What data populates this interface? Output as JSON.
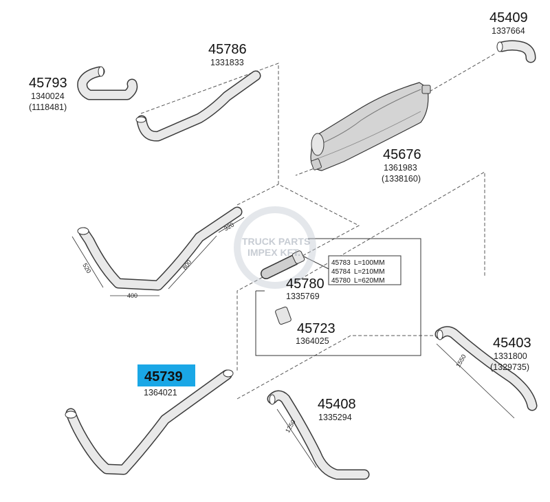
{
  "parts": {
    "p45409": {
      "number": "45409",
      "ref": "1337664"
    },
    "p45786": {
      "number": "45786",
      "ref": "1331833"
    },
    "p45793": {
      "number": "45793",
      "ref": "1340024",
      "ref_alt": "(1118481)"
    },
    "p45676": {
      "number": "45676",
      "ref": "1361983",
      "ref_alt": "(1338160)"
    },
    "p45780": {
      "number": "45780",
      "ref": "1335769"
    },
    "p45723": {
      "number": "45723",
      "ref": "1364025"
    },
    "p45403": {
      "number": "45403",
      "ref": "1331800",
      "ref_alt": "(1329735)"
    },
    "p45739": {
      "number": "45739",
      "ref": "1364021"
    },
    "p45408": {
      "number": "45408",
      "ref": "1335294"
    }
  },
  "length_table": [
    {
      "number": "45783",
      "length": "L=100MM"
    },
    {
      "number": "45784",
      "length": "L=210MM"
    },
    {
      "number": "45780",
      "length": "L=620MM"
    }
  ],
  "dimensions": {
    "d_520": "520",
    "d_400": "400",
    "d_800": "800",
    "d_320": "320",
    "d_1550": "1550",
    "d_1250": "1250"
  },
  "watermark": {
    "line1": "TRUCK PARTS",
    "line2": "IMPEX KFT."
  },
  "highlight_color": "#1aa7e6"
}
